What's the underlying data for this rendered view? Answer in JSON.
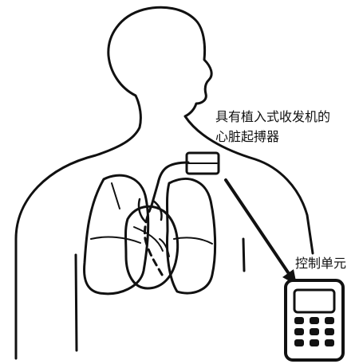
{
  "labels": {
    "pacemaker_line1": "具有植入式收发机的",
    "pacemaker_line2": "心脏起搏器",
    "control_unit": "控制单元"
  },
  "colors": {
    "line": "#111111",
    "background": "#ffffff"
  },
  "icons": [
    "body-outline-icon",
    "lung-icon",
    "heart-icon",
    "pacemaker-icon",
    "phone-icon",
    "arrow-icon"
  ]
}
